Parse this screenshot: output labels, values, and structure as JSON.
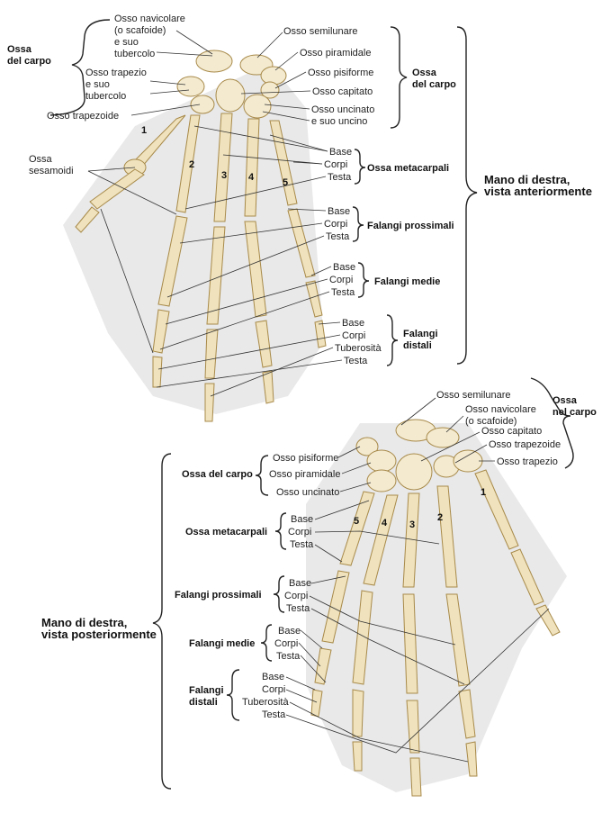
{
  "anterior": {
    "labels": {
      "scafoide": "Osso navicolare\n(o scafoide)\ne suo\ntubercolo",
      "trapezio": "Osso trapezio\ne suo\ntubercolo",
      "trapezoide": "Osso trapezoide",
      "semilunare": "Osso semilunare",
      "piramidale": "Osso piramidale",
      "pisiforme": "Osso pisiforme",
      "capitato": "Osso capitato",
      "uncinato": "Osso uncinato\ne suo uncino",
      "sesamoidi": "Ossa\nsesamoidi",
      "met_base": "Base",
      "met_corpi": "Corpi",
      "met_testa": "Testa",
      "pp_base": "Base",
      "pp_corpi": "Corpi",
      "pp_testa": "Testa",
      "pm_base": "Base",
      "pm_corpi": "Corpi",
      "pm_testa": "Testa",
      "pd_base": "Base",
      "pd_corpi": "Corpi",
      "pd_tuberosita": "Tuberosità",
      "pd_testa": "Testa"
    },
    "groups": {
      "carpo_left": "Ossa\ndel carpo",
      "carpo_right": "Ossa\ndel carpo",
      "metacarpali": "Ossa metacarpali",
      "prossimali": "Falangi prossimali",
      "medie": "Falangi medie",
      "distali": "Falangi\ndistali"
    },
    "title": "Mano di destra,\nvista anteriormente",
    "numbers": [
      "1",
      "2",
      "3",
      "4",
      "5"
    ]
  },
  "posterior": {
    "labels": {
      "semilunare": "Osso semilunare",
      "scafoide": "Osso navicolare\n(o scafoide)",
      "capitato": "Osso capitato",
      "trapezoide": "Osso trapezoide",
      "trapezio": "Osso trapezio",
      "pisiforme": "Osso pisiforme",
      "piramidale": "Osso piramidale",
      "uncinato": "Osso uncinato",
      "met_base": "Base",
      "met_corpi": "Corpi",
      "met_testa": "Testa",
      "pp_base": "Base",
      "pp_corpi": "Corpi",
      "pp_testa": "Testa",
      "pm_base": "Base",
      "pm_corpi": "Corpi",
      "pm_testa": "Testa",
      "pd_base": "Base",
      "pd_corpi": "Corpi",
      "pd_tuberosita": "Tuberosità",
      "pd_testa": "Testa"
    },
    "groups": {
      "carpo_right": "Ossa\nnel carpo",
      "carpo_left": "Ossa del carpo",
      "metacarpali": "Ossa metacarpali",
      "prossimali": "Falangi prossimali",
      "medie": "Falangi medie",
      "distali": "Falangi\ndistali"
    },
    "title": "Mano di destra,\nvista posteriormente",
    "numbers": [
      "5",
      "4",
      "3",
      "2",
      "1"
    ]
  },
  "colors": {
    "bone": "#efe2bd",
    "bone_outline": "#a88a4a",
    "shading": "#e9e9e9"
  }
}
